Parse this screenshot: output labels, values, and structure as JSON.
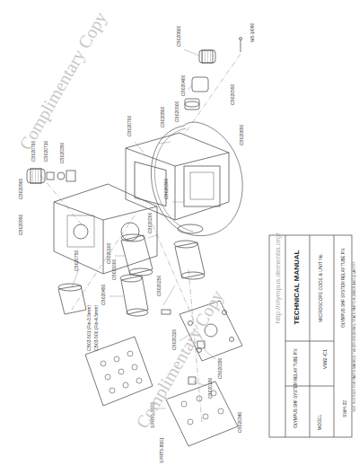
{
  "diagram": {
    "labels": [
      "W5-1/090",
      "CB020600",
      "CB020400",
      "CB020500",
      "CB020800",
      "CB020700",
      "CB020300",
      "CB020200",
      "CB020100",
      "CB020350",
      "CB020710",
      "CB020760",
      "CB020900",
      "CB020950",
      "CB020750",
      "CB021000",
      "CB020450",
      "CB03-500 (Fin-4.5mm)",
      "CB03-501 (Fin-3.5mm)",
      "CB020250",
      "CB020320",
      "SPRT5-8002",
      "CB020330",
      "CB020150",
      "CB020340",
      "SPRT5-8001",
      "CB020550",
      "CB020650",
      "TECHNICAL MANUAL",
      "MODEL",
      "MICROSCOPE CODE & UNIT No.",
      "OLYMPUS SHF SYSTEM RELAY TUBE P.V.",
      "VW2-C1",
      "OLYMPUS SHF SYSTEM RELAY TUBE P.V.",
      "SWH-32",
      "NOT IN STOCK FOR PARTS MARKED * WHEN ORDERING, STATE PARTS NUMBER AND QUANTITY",
      "Complimentary Copy",
      "Complimentary Copy",
      "http://olympus.dementia.org/"
    ]
  }
}
